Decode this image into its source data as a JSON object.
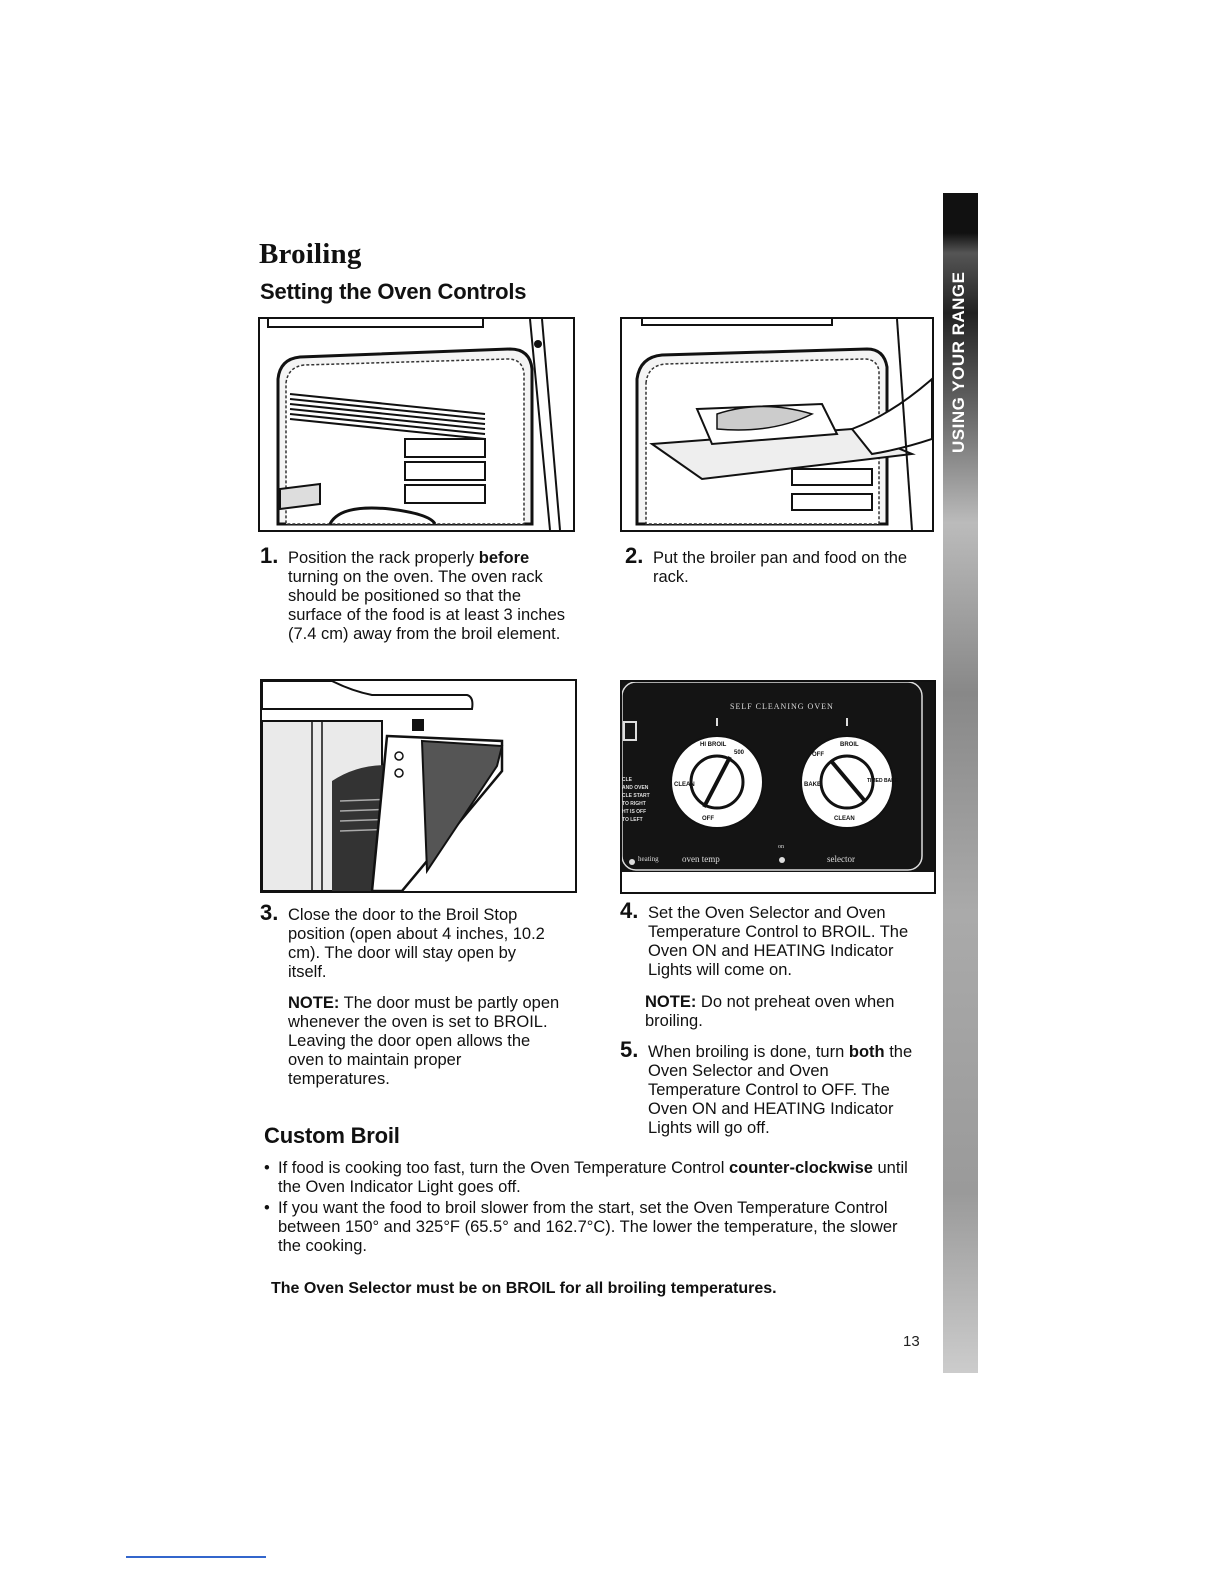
{
  "page": {
    "title": "Broiling",
    "subtitle": "Setting the Oven Controls",
    "page_number": "13"
  },
  "steps": [
    {
      "number": "1.",
      "text_before": "Position the rack properly ",
      "bold": "before",
      "text_after": " turning on the oven. The oven rack should be positioned so that the surface of the food is at least 3 inches (7.4 cm) away from the broil element."
    },
    {
      "number": "2.",
      "text_before": "Put the broiler pan and food on the rack.",
      "bold": "",
      "text_after": ""
    },
    {
      "number": "3.",
      "text_before": "Close the door to the Broil Stop position (open about 4 inches, 10.2 cm). The door will stay open by itself.",
      "bold": "",
      "text_after": ""
    },
    {
      "number": "4.",
      "text_before": "Set the Oven Selector and Oven Temperature Control to BROIL. The Oven ON and HEATING Indicator Lights will come on.",
      "bold": "",
      "text_after": ""
    },
    {
      "number": "5.",
      "text_before": "When broiling is done, turn ",
      "bold": "both",
      "text_after": " the Oven Selector and Oven Temperature Control to OFF. The Oven ON and HEATING Indicator Lights will go off."
    }
  ],
  "notes": {
    "step3": {
      "label": "NOTE:",
      "text": " The door must be partly open whenever the oven is set to BROIL. Leaving the door open allows the oven to maintain proper temperatures."
    },
    "step4": {
      "label": "NOTE:",
      "text": " Do not preheat oven when broiling."
    }
  },
  "custom_broil": {
    "heading": "Custom Broil",
    "bullets": [
      {
        "text_before": "If food is cooking too fast, turn the Oven Temperature Control ",
        "bold": "counter-clockwise",
        "text_after": " until the Oven Indicator Light goes off."
      },
      {
        "text_before": "If you want the food to broil slower from the start, set the Oven Temperature Control between 150° and 325°F (65.5° and 162.7°C). The lower the temperature, the slower the cooking.",
        "bold": "",
        "text_after": ""
      }
    ],
    "final_note": "The Oven Selector must be on BROIL for all broiling temperatures."
  },
  "control_panel": {
    "header": "SELF CLEANING OVEN",
    "left_dial_labels": [
      "HI BROIL",
      "500",
      "CLEAN",
      "OFF"
    ],
    "right_dial_labels": [
      "OFF",
      "BROIL",
      "TIMED BAKE",
      "BAKE",
      "CLEAN"
    ],
    "left_notes": [
      "CLE",
      "AND OVEN",
      "CLE START",
      "TO RIGHT",
      "HT IS OFF",
      "TO LEFT"
    ],
    "bottom_labels": [
      "heating",
      "oven temp",
      "on",
      "selector"
    ]
  },
  "side_tab": {
    "text": "USING YOUR RANGE"
  }
}
